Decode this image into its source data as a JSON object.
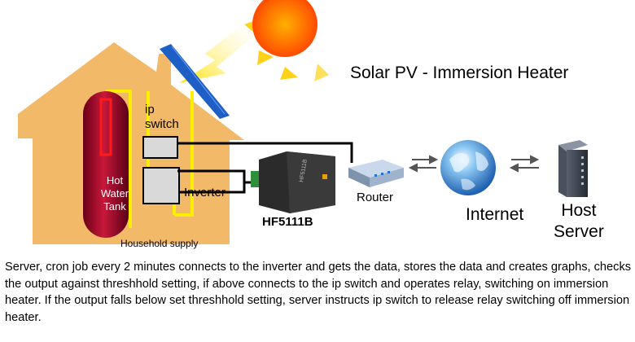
{
  "diagram": {
    "title": "Solar PV - Immersion Heater",
    "ip_switch_label": "ip\nswitch",
    "tank_label": "Hot\nWater\nTank",
    "inverter_label": "Inverter",
    "device_label": "HF5111B",
    "device_face_text": "HF5111B",
    "router_label": "Router",
    "internet_label": "Internet",
    "server_label": "Host\nServer",
    "supply_label": "Household supply",
    "description": "Server, cron job every 2 minutes connects to the inverter and gets the data, stores the data and creates graphs, checks the output against threshhold setting, if above connects to the ip switch and operates relay, switching on immersion heater. If the output falls below set threshhold setting, server instructs ip switch to release relay switching off immersion heater."
  },
  "colors": {
    "sun": "#ff5a00",
    "sun_ray": "#ffd21a",
    "house": "#f2b969",
    "panel": "#1e5fc6",
    "supply_line": "#ffee00",
    "tank": "#b01030",
    "heater_element": "#ff1a1a",
    "box": "#d9d9d9",
    "cable": "#000000",
    "globe": "#3f8fd8"
  }
}
